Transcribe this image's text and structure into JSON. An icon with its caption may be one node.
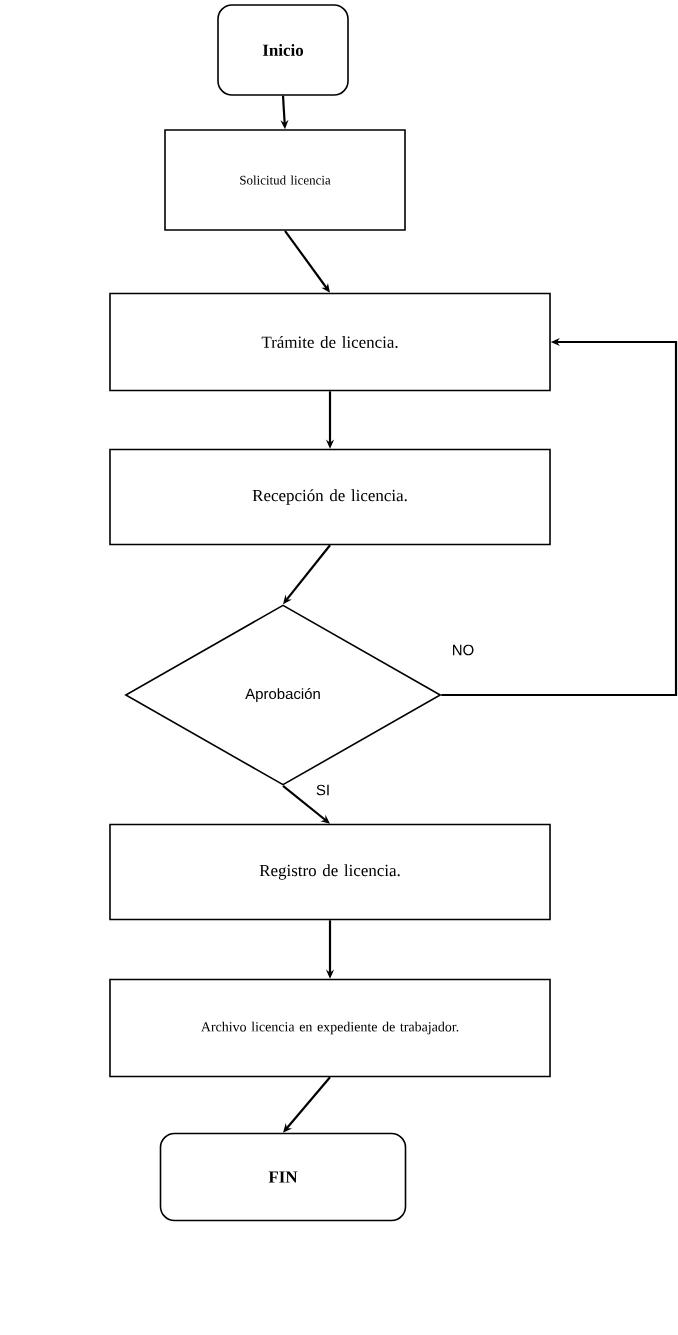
{
  "diagram": {
    "nodes": [
      {
        "text": [
          "Inicio"
        ]
      },
      {
        "text": [
          "Solicitud licencia"
        ]
      },
      {
        "text": [
          "Trámite de licencia."
        ]
      },
      {
        "text": [
          "Recepción de licencia."
        ]
      },
      {
        "text": [
          "Aprobación"
        ]
      },
      {
        "text": [
          "Registro de licencia."
        ]
      },
      {
        "text": [
          "Archivo licencia en expediente de trabajador."
        ]
      },
      {
        "text": [
          "FIN"
        ]
      }
    ],
    "edges": [
      {
        "from": 0,
        "to": 1,
        "arrow": "to"
      },
      {
        "from": 1,
        "to": 2,
        "arrow": "to"
      },
      {
        "from": 2,
        "to": 3,
        "arrow": "to"
      },
      {
        "from": 3,
        "to": 4,
        "arrow": "to"
      },
      {
        "from": 4,
        "to": 5,
        "arrow": "to",
        "label": "SI"
      },
      {
        "from": 5,
        "to": 6,
        "arrow": "to"
      },
      {
        "from": 6,
        "to": 7,
        "arrow": "to"
      },
      {
        "from": 4,
        "to": 2,
        "arrow": "to",
        "label": "NO"
      }
    ]
  }
}
